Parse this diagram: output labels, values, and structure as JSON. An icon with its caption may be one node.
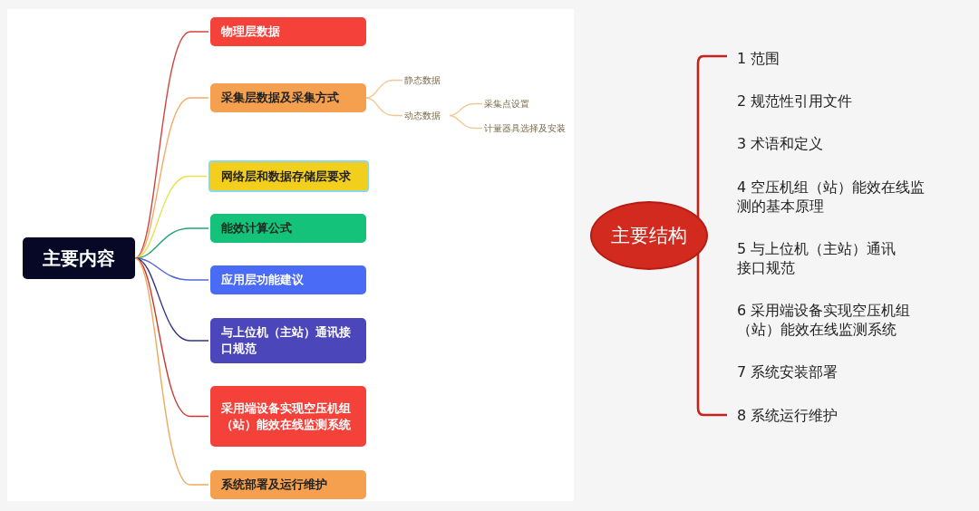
{
  "diagram": {
    "nodes": [
      {
        "text": [
          "主要内容"
        ]
      },
      {
        "text": [
          "物理层数据"
        ]
      },
      {
        "text": [
          "采集层数据及采集方式"
        ]
      },
      {
        "text": [
          "网络层和数据存储层要求"
        ]
      },
      {
        "text": [
          "能效计算公式"
        ]
      },
      {
        "text": [
          "应用层功能建议"
        ]
      },
      {
        "text": [
          "与上位机（主站）通讯接口规范"
        ]
      },
      {
        "text": [
          "采用端设备实现空压机组（站）能效在线监测系统"
        ]
      },
      {
        "text": [
          "系统部署及运行维护"
        ]
      },
      {
        "text": [
          "静态数据"
        ]
      },
      {
        "text": [
          "动态数据"
        ]
      },
      {
        "text": [
          "采集点设置"
        ]
      },
      {
        "text": [
          "计量器具选择及安装"
        ]
      },
      {
        "text": [
          "主要结构"
        ]
      }
    ],
    "edges": [
      {
        "from": 0,
        "to": 1,
        "arrow": "none",
        "color": "#d0463f"
      },
      {
        "from": 0,
        "to": 2,
        "arrow": "none",
        "color": "#f2ad6a"
      },
      {
        "from": 0,
        "to": 3,
        "arrow": "none",
        "color": "#e6e24a"
      },
      {
        "from": 0,
        "to": 4,
        "arrow": "none",
        "color": "#1fa672"
      },
      {
        "from": 0,
        "to": 5,
        "arrow": "none",
        "color": "#5468d6"
      },
      {
        "from": 0,
        "to": 6,
        "arrow": "none",
        "color": "#34347e"
      },
      {
        "from": 0,
        "to": 7,
        "arrow": "none",
        "color": "#c8362e"
      },
      {
        "from": 0,
        "to": 8,
        "arrow": "none",
        "color": "#f0a85c"
      },
      {
        "from": 2,
        "to": 9,
        "arrow": "none",
        "color": "#f2c994"
      },
      {
        "from": 2,
        "to": 10,
        "arrow": "none",
        "color": "#f2c994"
      },
      {
        "from": 10,
        "to": 11,
        "arrow": "none",
        "color": "#f2c994"
      },
      {
        "from": 10,
        "to": 12,
        "arrow": "none",
        "color": "#f2c994"
      }
    ],
    "labels": [
      "1 范围",
      "2 规范性引用文件",
      "3 术语和定义",
      "4 空压机组（站）能效在线监测的基本原理",
      "5 与上位机（主站）通讯接口规范",
      "6 采用端设备实现空压机组（站）能效在线监测系统",
      "7 系统安装部署",
      "8 系统运行维护"
    ]
  }
}
